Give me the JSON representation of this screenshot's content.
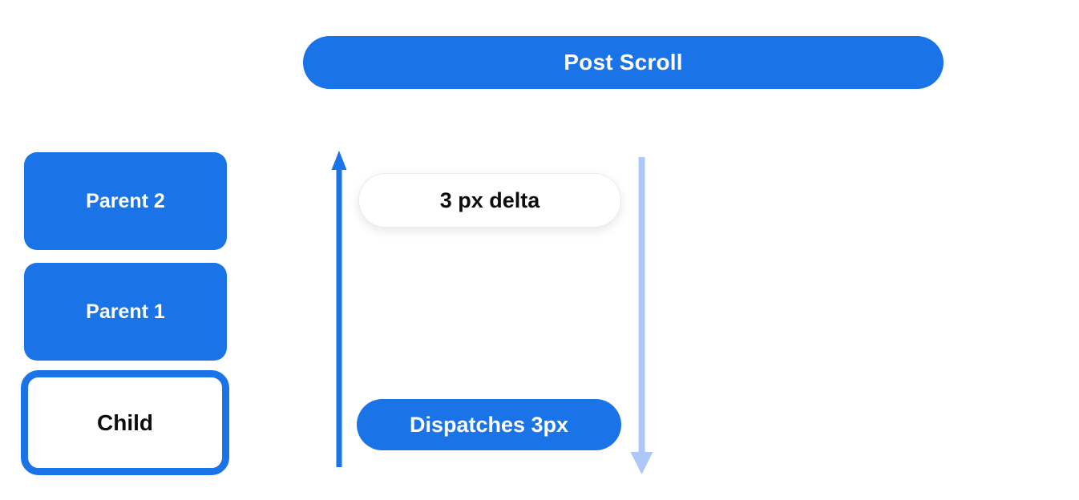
{
  "diagram": {
    "title_pill": "Post Scroll",
    "boxes": [
      {
        "label": "Parent 2",
        "style": "filled"
      },
      {
        "label": "Parent 1",
        "style": "filled"
      },
      {
        "label": "Child",
        "style": "outlined"
      }
    ],
    "delta_pill": "3 px delta",
    "dispatch_pill": "Dispatches 3px",
    "icons": [
      {
        "name": "up-arrow-icon",
        "meaning": "delta propagates upward"
      },
      {
        "name": "down-arrow-icon",
        "meaning": "dispatch travels downward"
      }
    ],
    "colors": {
      "primary_blue": "#1b73e8",
      "light_blue": "#adc8f8",
      "text_dark": "#0d0d0d",
      "background": "#ffffff"
    }
  }
}
